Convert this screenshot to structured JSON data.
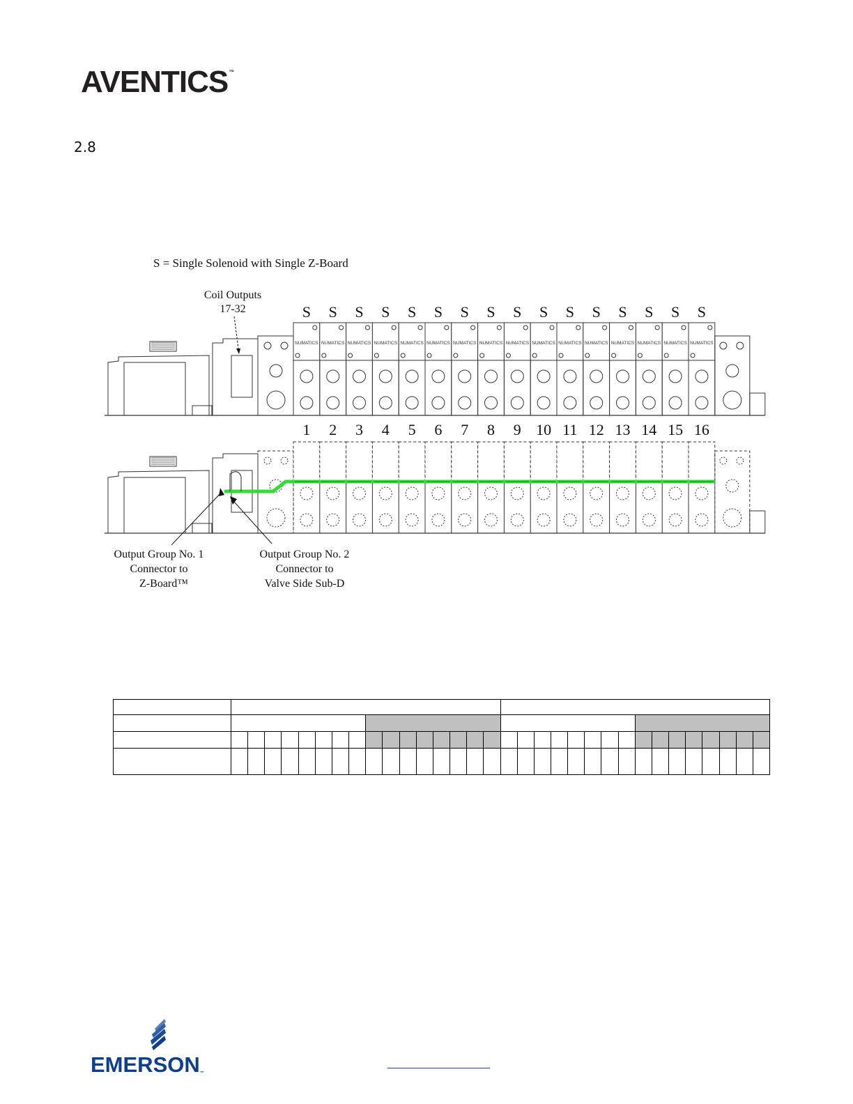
{
  "header": {
    "brand": "AVENTICS",
    "brand_tm": "™"
  },
  "section": {
    "number": "2.8"
  },
  "diagram": {
    "legend": "S = Single Solenoid with Single Z-Board",
    "coil_outputs_line1": "Coil Outputs",
    "coil_outputs_line2": "17-32",
    "solenoid_label": "S",
    "valve_label": "NUMATICS",
    "station_numbers": [
      "1",
      "2",
      "3",
      "4",
      "5",
      "6",
      "7",
      "8",
      "9",
      "10",
      "11",
      "12",
      "13",
      "14",
      "15",
      "16"
    ],
    "callout_group1": [
      "Output Group No. 1",
      "Connector to",
      "Z-Board™"
    ],
    "callout_group2": [
      "Output Group No. 2",
      "Connector to",
      "Valve Side Sub-D"
    ],
    "wire_color": "#33dd33"
  },
  "table": {
    "shade_color": "#c0c0c0",
    "bit_columns": 32
  },
  "footer": {
    "brand": "EMERSON",
    "brand_tm": "™",
    "brand_color": "#0d3f8f"
  }
}
